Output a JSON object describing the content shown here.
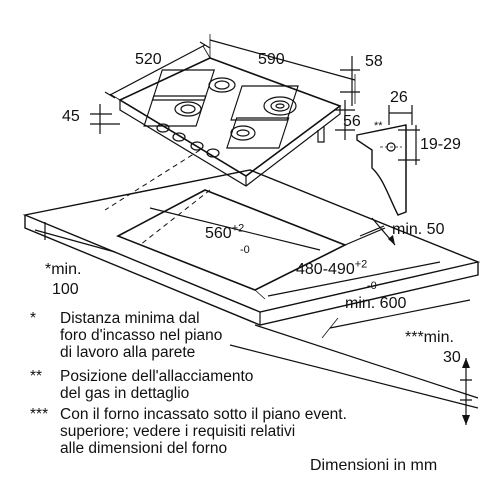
{
  "dimensions": {
    "depth_520": "520",
    "width_590": "590",
    "side_58": "58",
    "height_45": "45",
    "depth_56": "56",
    "offset_26": "26",
    "connection_marker": "**",
    "range_19_29": "19-29",
    "cutout_width": "560",
    "cutout_width_tol_plus": "+2",
    "cutout_width_tol_minus": "-0",
    "cutout_depth": "480-490",
    "cutout_depth_tol_plus": "+2",
    "cutout_depth_tol_minus": "-0",
    "min_50": "min. 50",
    "min_100_line1": "*min.",
    "min_100_line2": "100",
    "min_600": "min. 600",
    "min_30_line1": "***min.",
    "min_30_line2": "30"
  },
  "notes": [
    {
      "mark": "*",
      "lines": [
        "Distanza minima dal",
        "foro d'incasso nel piano",
        "di lavoro alla parete"
      ]
    },
    {
      "mark": "**",
      "lines": [
        "Posizione dell'allacciamento",
        "del gas in dettaglio"
      ]
    },
    {
      "mark": "***",
      "lines": [
        "Con il forno incassato sotto il piano event.",
        "superiore; vedere i requisiti relativi",
        "alle dimensioni del forno"
      ]
    }
  ],
  "units_label": "Dimensioni in mm"
}
